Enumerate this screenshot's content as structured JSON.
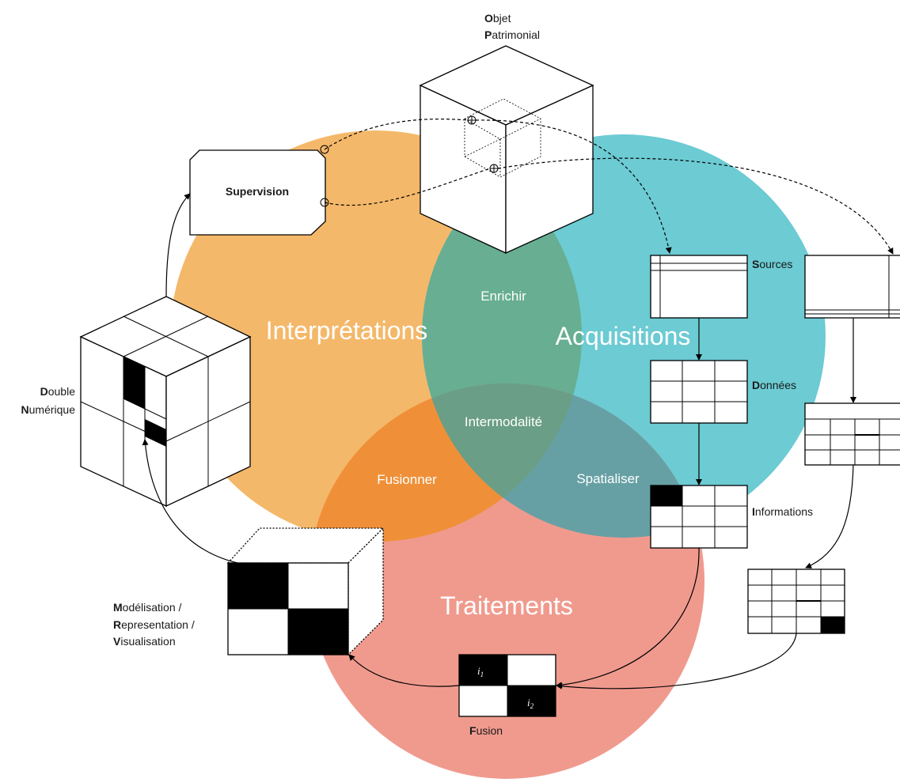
{
  "colors": {
    "interpretations": "#F0A545",
    "acquisitions": "#3CBCC6",
    "traitements": "#EE8576",
    "overlap_center": "#6A9E86"
  },
  "circles": {
    "interpretations": "Interprétations",
    "acquisitions": "Acquisitions",
    "traitements": "Traitements"
  },
  "overlaps": {
    "enrichir": "Enrichir",
    "intermodalite": "Intermodalité",
    "fusionner": "Fusionner",
    "spatialiser": "Spatialiser"
  },
  "nodes": {
    "objet": {
      "initial1": "O",
      "rest1": "bjet",
      "initial2": "P",
      "rest2": "atrimonial"
    },
    "supervision": "Supervision",
    "double": {
      "initial1": "D",
      "rest1": "ouble",
      "initial2": "N",
      "rest2": "umérique"
    },
    "sources": {
      "initial": "S",
      "rest": "ources"
    },
    "donnees": {
      "initial": "D",
      "rest": "onnées"
    },
    "informations": {
      "initial": "I",
      "rest": "nformations"
    },
    "modelisation": {
      "line1_initial": "M",
      "line1_rest": "odélisation /",
      "line2_initial": "R",
      "line2_rest": "epresentation /",
      "line3_initial": "V",
      "line3_rest": "isualisation"
    },
    "fusion": {
      "initial": "F",
      "rest": "usion",
      "i1": "i",
      "i1_sub": "1",
      "i2": "i",
      "i2_sub": "2"
    }
  }
}
